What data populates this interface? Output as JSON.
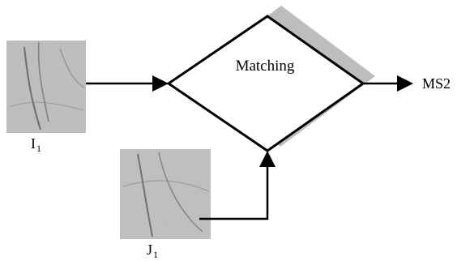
{
  "diagram": {
    "decision_label": "Matching",
    "output_label": "MS2",
    "input_top_label": {
      "main": "I",
      "sub": "1"
    },
    "input_bottom_label": {
      "main": "J",
      "sub": "1"
    },
    "thumbnail_icon": "palmprint-texture",
    "shadow_color": "#bdbdbd",
    "line_color": "#000000"
  }
}
